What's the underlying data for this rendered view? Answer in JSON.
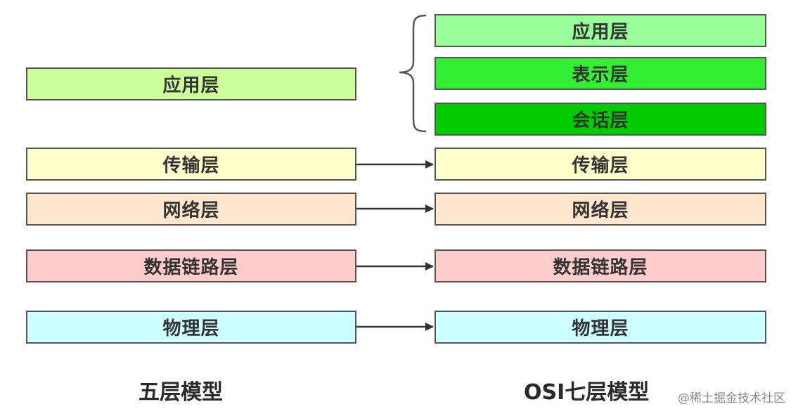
{
  "five_layer_model": {
    "caption": "五层模型",
    "layers": [
      {
        "label": "应用层",
        "color": "#ccff99"
      },
      {
        "label": "传输层",
        "color": "#ffffcc"
      },
      {
        "label": "网络层",
        "color": "#ffe6cc"
      },
      {
        "label": "数据链路层",
        "color": "#ffcccc"
      },
      {
        "label": "物理层",
        "color": "#ccffff"
      }
    ]
  },
  "osi_model": {
    "caption": "OSI七层模型",
    "layers": [
      {
        "label": "应用层",
        "color": "#99ff99"
      },
      {
        "label": "表示层",
        "color": "#33ee33"
      },
      {
        "label": "会话层",
        "color": "#00cc00"
      },
      {
        "label": "传输层",
        "color": "#ffffcc"
      },
      {
        "label": "网络层",
        "color": "#ffe6cc"
      },
      {
        "label": "数据链路层",
        "color": "#ffcccc"
      },
      {
        "label": "物理层",
        "color": "#ccffff"
      }
    ]
  },
  "watermark": "@稀土掘金技术社区"
}
